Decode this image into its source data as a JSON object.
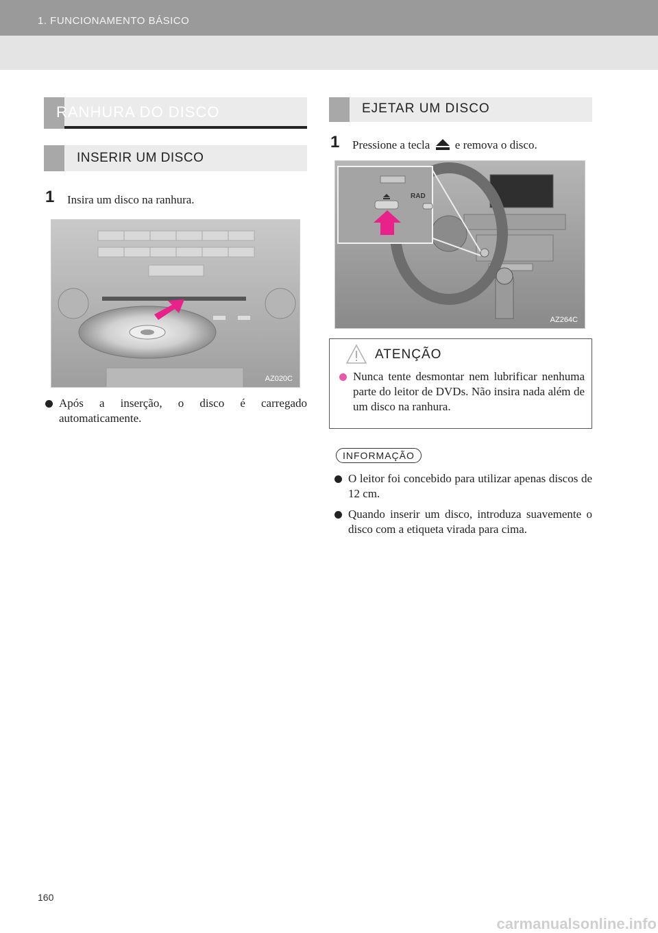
{
  "header": {
    "chapter": "1. FUNCIONAMENTO BÁSICO"
  },
  "left": {
    "section_title": "RANHURA DO DISCO",
    "subsection_title": "INSERIR UM DISCO",
    "step_number": "1",
    "step_text": "Insira um disco na ranhura.",
    "figure_code": "AZ020C",
    "bullet_text": "Após a inserção, o disco é carregado automaticamente."
  },
  "right": {
    "section_title": "EJETAR UM DISCO",
    "step_number": "1",
    "step_text_before": "Pressione a tecla",
    "step_text_after": "e remova o disco.",
    "figure_code": "AZ264C",
    "figure_label": "RAD",
    "warning": {
      "title": "ATENÇÃO",
      "text": "Nunca tente desmontar nem lubrificar nenhuma parte do leitor de DVDs. Não insira nada além de um disco na ranhura."
    },
    "info": {
      "title": "INFORMAÇÃO",
      "items": [
        "O leitor foi concebido para utilizar apenas discos de 12 cm.",
        "Quando inserir um disco, introduza suavemente o disco com a etiqueta virada para cima."
      ]
    }
  },
  "footer": {
    "page_number": "160",
    "watermark": "carmanualsonline.info"
  },
  "colors": {
    "accent_pink": "#e8228a",
    "header_gray": "#9a9a9a"
  }
}
